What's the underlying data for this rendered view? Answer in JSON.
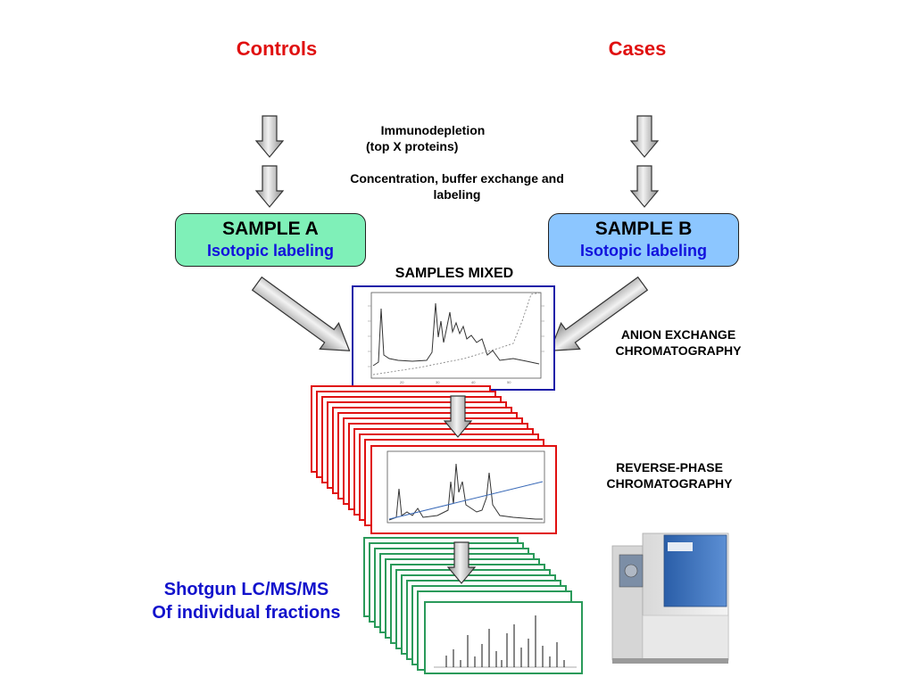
{
  "headers": {
    "left": "Controls",
    "right": "Cases"
  },
  "steps": {
    "immunodepletion": [
      "Immunodepletion",
      "(top X proteins)"
    ],
    "concentration": [
      "Concentration, buffer exchange and",
      "labeling"
    ]
  },
  "sample_a": {
    "title": "SAMPLE A",
    "subtitle": "Isotopic labeling",
    "color": "#7ff0b8"
  },
  "sample_b": {
    "title": "SAMPLE B",
    "subtitle": "Isotopic labeling",
    "color": "#8cc6ff"
  },
  "samples_mixed": "SAMPLES MIXED",
  "anion": [
    "ANION EXCHANGE",
    "CHROMATOGRAPHY"
  ],
  "reverse": [
    "REVERSE-PHASE",
    "CHROMATOGRAPHY"
  ],
  "shotgun": [
    "Shotgun LC/MS/MS",
    "Of individual fractions"
  ],
  "colors": {
    "header_red": "#e01010",
    "label_blue": "#1212dd",
    "anion_frame": "#1a1aa8",
    "rp_frame": "#e01010",
    "ms_frame": "#2a9a5a"
  },
  "icons": {
    "arrows": "gray-gradient-arrow-icon",
    "instrument": "mass-spectrometer-image"
  }
}
